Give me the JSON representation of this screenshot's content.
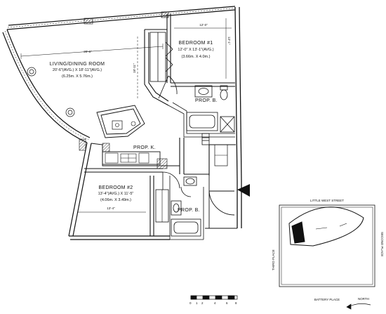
{
  "plan": {
    "living": {
      "name": "LIVING/DINING ROOM",
      "dims_imperial": "20'-6\"(AVG.) X 18'-11\"(AVG.)",
      "dims_metric": "(6.25m. X 5.76m.)",
      "dim_horizontal": "20'-6\"",
      "dim_vertical": "18'-11\""
    },
    "bedroom1": {
      "name": "BEDROOM #1",
      "dims_imperial": "12'-0\" X 13'-1\"(AVG.)",
      "dims_metric": "(3.66m. X 4.0m.)",
      "dim_horizontal": "12'-0\"",
      "dim_vertical": "13'-1\""
    },
    "bath1": {
      "name": "PROP. B."
    },
    "kitchen": {
      "name": "PROP. K."
    },
    "bedroom2": {
      "name": "BEDROOM #2",
      "dims_imperial": "13'-4\"(AVG.) X 11'-5\"",
      "dims_metric": "(4.06m. X 3.49m.)",
      "dim_horizontal": "13'-4\""
    },
    "bath2": {
      "name": "PROP. B."
    }
  },
  "site": {
    "street_top": "LITTLE WEST STREET",
    "street_right": "SECOND PLACE",
    "street_left": "THIRD PLACE",
    "street_bottom": "BATTERY PLACE",
    "north_label": "NORTH"
  },
  "scale": {
    "ticks": [
      "0",
      "1",
      "2",
      "4",
      "6",
      "8"
    ]
  }
}
